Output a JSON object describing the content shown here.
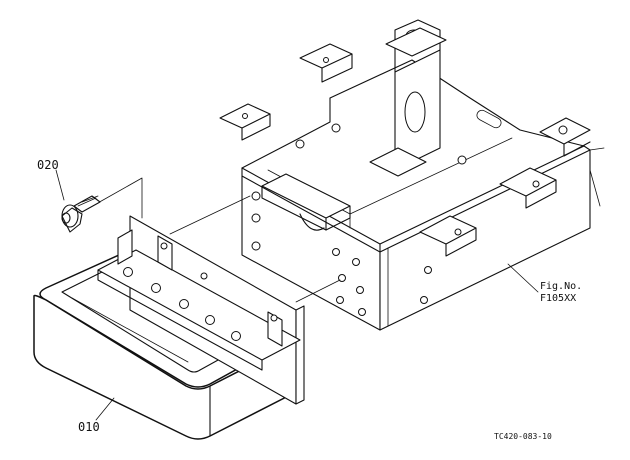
{
  "labels": {
    "part_020": "020",
    "part_010": "010",
    "fig_ref_line1": "Fig.No.",
    "fig_ref_line2": "F105XX",
    "drawing_code": "TC420-083-10"
  }
}
